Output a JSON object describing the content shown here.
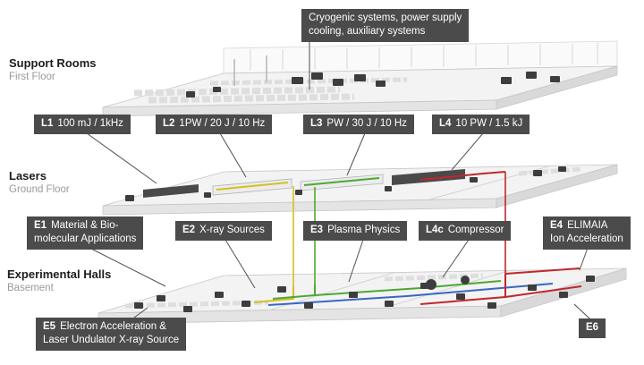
{
  "labels": {
    "cryo": {
      "line1": "Cryogenic systems, power supply",
      "line2": "cooling, auxiliary systems"
    },
    "l1": {
      "code": "L1",
      "text": "100 mJ / 1kHz"
    },
    "l2": {
      "code": "L2",
      "text": "1PW / 20 J / 10 Hz"
    },
    "l3": {
      "code": "L3",
      "text": "PW / 30 J / 10 Hz"
    },
    "l4": {
      "code": "L4",
      "text": "10 PW / 1.5 kJ"
    },
    "e1": {
      "code": "E1",
      "line1": "Material & Bio-",
      "line2": "molecular Applications"
    },
    "e2": {
      "code": "E2",
      "text": "X-ray Sources"
    },
    "e3": {
      "code": "E3",
      "text": "Plasma Physics"
    },
    "l4c": {
      "code": "L4c",
      "text": "Compressor"
    },
    "e4": {
      "code": "E4",
      "line1": "ELIMAIA",
      "line2": "Ion Acceleration"
    },
    "e5": {
      "code": "E5",
      "line1": "Electron Acceleration &",
      "line2": "Laser Undulator X-ray Source"
    },
    "e6": {
      "code": "E6"
    }
  },
  "floors": {
    "support": {
      "name": "Support Rooms",
      "sub": "First Floor"
    },
    "lasers": {
      "name": "Lasers",
      "sub": "Ground Floor"
    },
    "experimental": {
      "name": "Experimental Halls",
      "sub": "Basement"
    }
  },
  "colors": {
    "label_bg": "#4b4b4b",
    "beam_red": "#c0272d",
    "beam_green": "#4ca832",
    "beam_blue": "#3a66c4",
    "beam_yellow": "#d4c11f",
    "floor_fill": "#f3f3f3",
    "equipment_dark": "#3d3d3d"
  }
}
